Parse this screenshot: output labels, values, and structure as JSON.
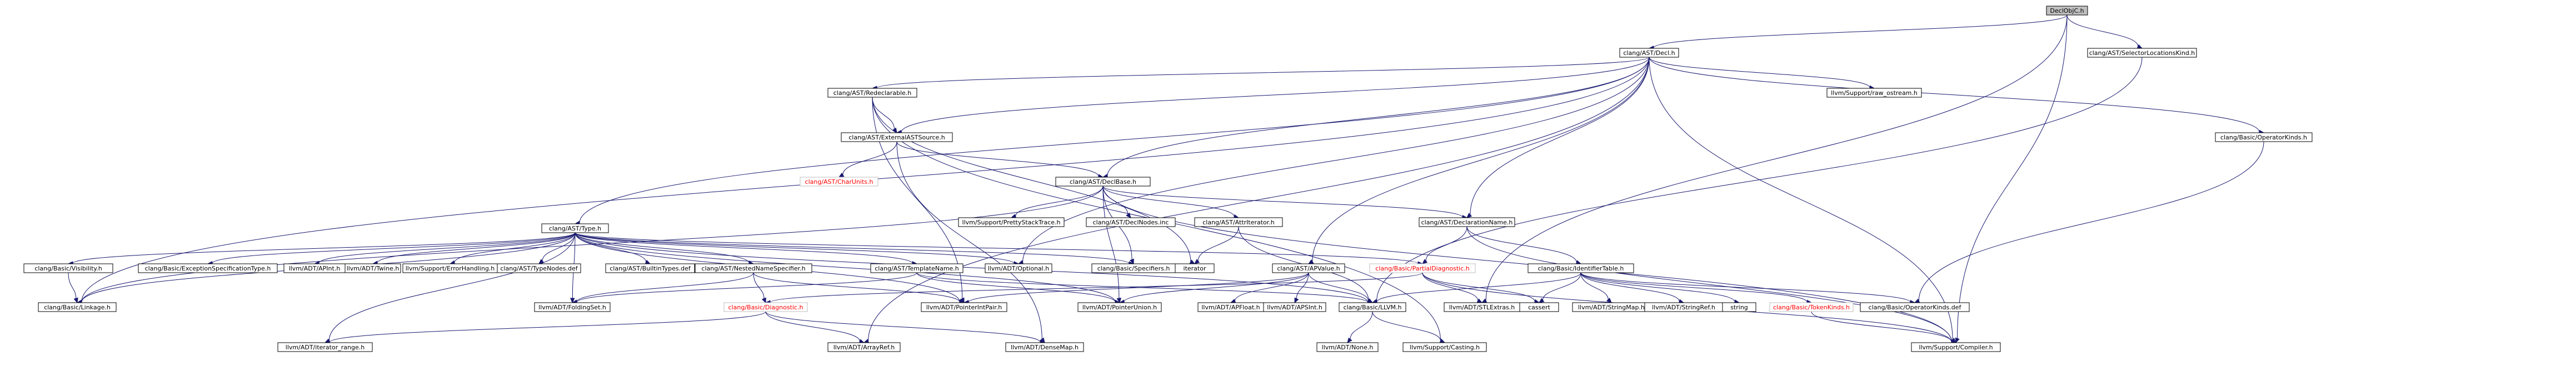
{
  "graph": {
    "nodes": [
      {
        "id": "n_declobjc",
        "label": "DeclObjC.h",
        "kind": "root"
      },
      {
        "id": "n_decl",
        "label": "clang/AST/Decl.h",
        "kind": "normal"
      },
      {
        "id": "n_selloc",
        "label": "clang/AST/SelectorLocationsKind.h",
        "kind": "normal"
      },
      {
        "id": "n_redecl",
        "label": "clang/AST/Redeclarable.h",
        "kind": "normal"
      },
      {
        "id": "n_rawostream",
        "label": "llvm/Support/raw_ostream.h",
        "kind": "plain"
      },
      {
        "id": "n_opkinds",
        "label": "clang/Basic/OperatorKinds.h",
        "kind": "normal"
      },
      {
        "id": "n_extsrc",
        "label": "clang/AST/ExternalASTSource.h",
        "kind": "normal"
      },
      {
        "id": "n_charunits",
        "label": "clang/AST/CharUnits.h",
        "kind": "missing"
      },
      {
        "id": "n_declbase",
        "label": "clang/AST/DeclBase.h",
        "kind": "normal"
      },
      {
        "id": "n_type",
        "label": "clang/AST/Type.h",
        "kind": "normal"
      },
      {
        "id": "n_prettystack",
        "label": "llvm/Support/PrettyStackTrace.h",
        "kind": "plain"
      },
      {
        "id": "n_declnodes",
        "label": "clang/AST/DeclNodes.inc",
        "kind": "plain"
      },
      {
        "id": "n_attriter",
        "label": "clang/AST/AttrIterator.h",
        "kind": "normal"
      },
      {
        "id": "n_declname",
        "label": "clang/AST/DeclarationName.h",
        "kind": "normal"
      },
      {
        "id": "n_visibility",
        "label": "clang/Basic/Visibility.h",
        "kind": "normal"
      },
      {
        "id": "n_excspec",
        "label": "clang/Basic/ExceptionSpecificationType.h",
        "kind": "normal"
      },
      {
        "id": "n_apint_type",
        "label": "llvm/ADT/APInt.h",
        "kind": "plain"
      },
      {
        "id": "n_twine",
        "label": "llvm/ADT/Twine.h",
        "kind": "plain"
      },
      {
        "id": "n_errhandling",
        "label": "llvm/Support/ErrorHandling.h",
        "kind": "plain"
      },
      {
        "id": "n_typenodes",
        "label": "clang/AST/TypeNodes.def",
        "kind": "plain"
      },
      {
        "id": "n_builtintypes",
        "label": "clang/AST/BuiltinTypes.def",
        "kind": "plain"
      },
      {
        "id": "n_nns",
        "label": "clang/AST/NestedNameSpecifier.h",
        "kind": "normal"
      },
      {
        "id": "n_templname",
        "label": "clang/AST/TemplateName.h",
        "kind": "normal"
      },
      {
        "id": "n_optional",
        "label": "llvm/ADT/Optional.h",
        "kind": "plain"
      },
      {
        "id": "n_specifiers",
        "label": "clang/Basic/Specifiers.h",
        "kind": "normal"
      },
      {
        "id": "n_iterator",
        "label": "iterator",
        "kind": "plain"
      },
      {
        "id": "n_apvalue",
        "label": "clang/AST/APValue.h",
        "kind": "normal"
      },
      {
        "id": "n_partialdiag",
        "label": "clang/Basic/PartialDiagnostic.h",
        "kind": "missing"
      },
      {
        "id": "n_identtable",
        "label": "clang/Basic/IdentifierTable.h",
        "kind": "normal"
      },
      {
        "id": "n_linkage",
        "label": "clang/Basic/Linkage.h",
        "kind": "normal"
      },
      {
        "id": "n_foldingset",
        "label": "llvm/ADT/FoldingSet.h",
        "kind": "plain"
      },
      {
        "id": "n_diagnostic",
        "label": "clang/Basic/Diagnostic.h",
        "kind": "missing"
      },
      {
        "id": "n_ptrintpair",
        "label": "llvm/ADT/PointerIntPair.h",
        "kind": "plain"
      },
      {
        "id": "n_ptrunion",
        "label": "llvm/ADT/PointerUnion.h",
        "kind": "plain"
      },
      {
        "id": "n_apfloat",
        "label": "llvm/ADT/APFloat.h",
        "kind": "plain"
      },
      {
        "id": "n_apsint",
        "label": "llvm/ADT/APSInt.h",
        "kind": "plain"
      },
      {
        "id": "n_llvm",
        "label": "clang/Basic/LLVM.h",
        "kind": "normal"
      },
      {
        "id": "n_stlextras",
        "label": "llvm/ADT/STLExtras.h",
        "kind": "plain"
      },
      {
        "id": "n_cassert",
        "label": "cassert",
        "kind": "plain"
      },
      {
        "id": "n_stringmap",
        "label": "llvm/ADT/StringMap.h",
        "kind": "plain"
      },
      {
        "id": "n_stringref",
        "label": "llvm/ADT/StringRef.h",
        "kind": "plain"
      },
      {
        "id": "n_string",
        "label": "string",
        "kind": "plain"
      },
      {
        "id": "n_tokenkinds",
        "label": "clang/Basic/TokenKinds.h",
        "kind": "missing"
      },
      {
        "id": "n_opkindsdef",
        "label": "clang/Basic/OperatorKinds.def",
        "kind": "plain"
      },
      {
        "id": "n_iterrange",
        "label": "llvm/ADT/iterator_range.h",
        "kind": "plain"
      },
      {
        "id": "n_arrayref",
        "label": "llvm/ADT/ArrayRef.h",
        "kind": "plain"
      },
      {
        "id": "n_densemap",
        "label": "llvm/ADT/DenseMap.h",
        "kind": "plain"
      },
      {
        "id": "n_none",
        "label": "llvm/ADT/None.h",
        "kind": "plain"
      },
      {
        "id": "n_casting",
        "label": "llvm/Support/Casting.h",
        "kind": "plain"
      },
      {
        "id": "n_compiler",
        "label": "llvm/Support/Compiler.h",
        "kind": "plain"
      }
    ],
    "edges": [
      [
        "n_declobjc",
        "n_decl"
      ],
      [
        "n_declobjc",
        "n_selloc"
      ],
      [
        "n_declobjc",
        "n_stlextras"
      ],
      [
        "n_declobjc",
        "n_compiler"
      ],
      [
        "n_decl",
        "n_redecl"
      ],
      [
        "n_decl",
        "n_rawostream"
      ],
      [
        "n_decl",
        "n_opkinds"
      ],
      [
        "n_decl",
        "n_extsrc"
      ],
      [
        "n_decl",
        "n_declbase"
      ],
      [
        "n_decl",
        "n_type"
      ],
      [
        "n_decl",
        "n_declname"
      ],
      [
        "n_decl",
        "n_optional"
      ],
      [
        "n_decl",
        "n_linkage"
      ],
      [
        "n_decl",
        "n_arrayref"
      ],
      [
        "n_decl",
        "n_apvalue"
      ],
      [
        "n_decl",
        "n_compiler"
      ],
      [
        "n_selloc",
        "n_llvm"
      ],
      [
        "n_redecl",
        "n_extsrc"
      ],
      [
        "n_redecl",
        "n_ptrintpair"
      ],
      [
        "n_redecl",
        "n_iterator"
      ],
      [
        "n_redecl",
        "n_casting"
      ],
      [
        "n_opkinds",
        "n_opkindsdef"
      ],
      [
        "n_extsrc",
        "n_charunits"
      ],
      [
        "n_extsrc",
        "n_declbase"
      ],
      [
        "n_extsrc",
        "n_densemap"
      ],
      [
        "n_declbase",
        "n_prettystack"
      ],
      [
        "n_declbase",
        "n_declnodes"
      ],
      [
        "n_declbase",
        "n_attriter"
      ],
      [
        "n_declbase",
        "n_declname"
      ],
      [
        "n_declbase",
        "n_specifiers"
      ],
      [
        "n_declbase",
        "n_ptrunion"
      ],
      [
        "n_declbase",
        "n_linkage"
      ],
      [
        "n_declbase",
        "n_compiler"
      ],
      [
        "n_type",
        "n_visibility"
      ],
      [
        "n_type",
        "n_excspec"
      ],
      [
        "n_type",
        "n_apint_type"
      ],
      [
        "n_type",
        "n_twine"
      ],
      [
        "n_type",
        "n_errhandling"
      ],
      [
        "n_type",
        "n_typenodes"
      ],
      [
        "n_type",
        "n_builtintypes"
      ],
      [
        "n_type",
        "n_nns"
      ],
      [
        "n_type",
        "n_templname"
      ],
      [
        "n_type",
        "n_optional"
      ],
      [
        "n_type",
        "n_specifiers"
      ],
      [
        "n_type",
        "n_partialdiag"
      ],
      [
        "n_type",
        "n_linkage"
      ],
      [
        "n_type",
        "n_foldingset"
      ],
      [
        "n_type",
        "n_ptrintpair"
      ],
      [
        "n_type",
        "n_ptrunion"
      ],
      [
        "n_type",
        "n_llvm"
      ],
      [
        "n_type",
        "n_iterrange"
      ],
      [
        "n_attriter",
        "n_iterator"
      ],
      [
        "n_attriter",
        "n_llvm"
      ],
      [
        "n_declname",
        "n_partialdiag"
      ],
      [
        "n_declname",
        "n_identtable"
      ],
      [
        "n_declname",
        "n_compiler"
      ],
      [
        "n_visibility",
        "n_linkage"
      ],
      [
        "n_nns",
        "n_diagnostic"
      ],
      [
        "n_nns",
        "n_foldingset"
      ],
      [
        "n_nns",
        "n_ptrintpair"
      ],
      [
        "n_templname",
        "n_foldingset"
      ],
      [
        "n_templname",
        "n_ptrunion"
      ],
      [
        "n_templname",
        "n_llvm"
      ],
      [
        "n_apvalue",
        "n_apfloat"
      ],
      [
        "n_apvalue",
        "n_apsint"
      ],
      [
        "n_apvalue",
        "n_llvm"
      ],
      [
        "n_apvalue",
        "n_ptrintpair"
      ],
      [
        "n_apvalue",
        "n_ptrunion"
      ],
      [
        "n_partialdiag",
        "n_diagnostic"
      ],
      [
        "n_partialdiag",
        "n_stlextras"
      ],
      [
        "n_partialdiag",
        "n_cassert"
      ],
      [
        "n_partialdiag",
        "n_compiler"
      ],
      [
        "n_identtable",
        "n_llvm"
      ],
      [
        "n_identtable",
        "n_cassert"
      ],
      [
        "n_identtable",
        "n_stringmap"
      ],
      [
        "n_identtable",
        "n_stringref"
      ],
      [
        "n_identtable",
        "n_string"
      ],
      [
        "n_identtable",
        "n_tokenkinds"
      ],
      [
        "n_identtable",
        "n_opkindsdef"
      ],
      [
        "n_tokenkinds",
        "n_compiler"
      ],
      [
        "n_diagnostic",
        "n_iterrange"
      ],
      [
        "n_diagnostic",
        "n_arrayref"
      ],
      [
        "n_diagnostic",
        "n_densemap"
      ],
      [
        "n_llvm",
        "n_none"
      ],
      [
        "n_llvm",
        "n_casting"
      ]
    ]
  }
}
